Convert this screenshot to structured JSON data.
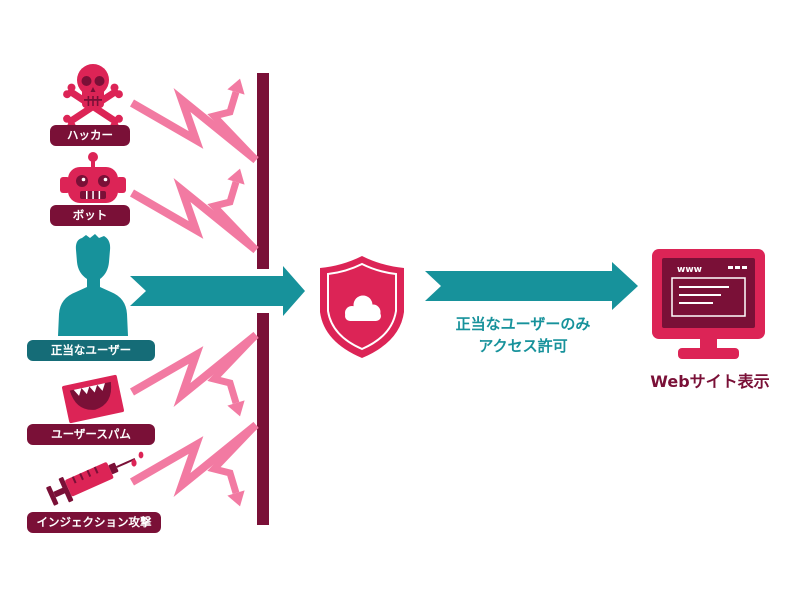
{
  "sources": [
    {
      "label": "ハッカー",
      "icon": "skull-crossbones-icon",
      "kind": "blocked"
    },
    {
      "label": "ボット",
      "icon": "robot-icon",
      "kind": "blocked"
    },
    {
      "label": "正当なユーザー",
      "icon": "person-icon",
      "kind": "allowed"
    },
    {
      "label": "ユーザースパム",
      "icon": "spam-mail-icon",
      "kind": "blocked"
    },
    {
      "label": "インジェクション攻撃",
      "icon": "syringe-icon",
      "kind": "blocked"
    }
  ],
  "firewall": {
    "icon": "shield-cloud-icon"
  },
  "result": {
    "line1": "正当なユーザーのみ",
    "line2": "アクセス許可"
  },
  "website": {
    "icon": "monitor-icon",
    "screen_text": "www",
    "label": "Webサイト表示"
  },
  "colors": {
    "maroon": "#7a1037",
    "crimson": "#dc2456",
    "teal": "#17929b",
    "teal_dark": "#156c77",
    "pink": "#f27aa2"
  }
}
